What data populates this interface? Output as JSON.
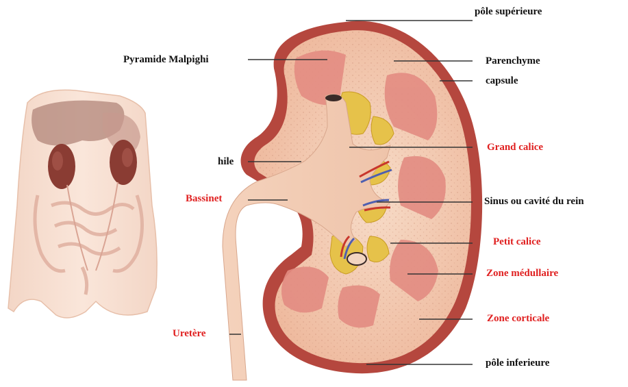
{
  "colors": {
    "black_label": "#111111",
    "red_label": "#e02020",
    "capsule": "#b0443c",
    "cortex": "#f2c7ae",
    "medulla": "#e38c82",
    "sinus_fat": "#e6c24a",
    "leader": "#333333"
  },
  "labels": {
    "pole_superieure": "pôle supérieure",
    "pyramide_malpighi": "Pyramide Malpighi",
    "parenchyme": "Parenchyme",
    "capsule": "capsule",
    "grand_calice": "Grand calice",
    "hile": "hile",
    "bassinet": "Bassinet",
    "sinus": "Sinus  ou cavité du rein",
    "petit_calice": "Petit calice",
    "zone_medullaire": "Zone médullaire",
    "zone_corticale": "Zone corticale",
    "uretere": "Uretère",
    "pole_inferieure": "pôle inferieure"
  }
}
